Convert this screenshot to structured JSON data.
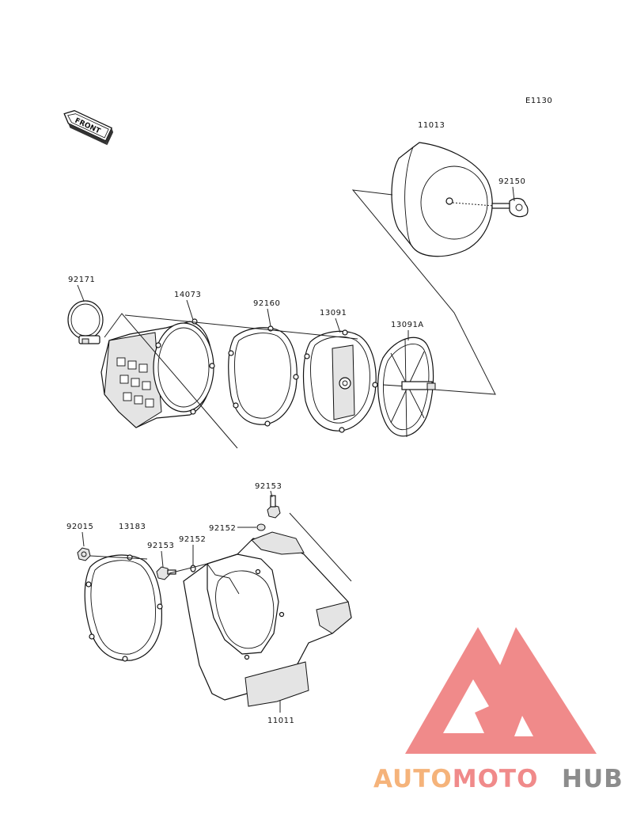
{
  "diagram": {
    "code": "E1130",
    "front_label": "FRONT",
    "parts": [
      {
        "id": "p11013",
        "label": "11013"
      },
      {
        "id": "p92150",
        "label": "92150"
      },
      {
        "id": "p92171",
        "label": "92171"
      },
      {
        "id": "p14073",
        "label": "14073"
      },
      {
        "id": "p92160",
        "label": "92160"
      },
      {
        "id": "p13091",
        "label": "13091"
      },
      {
        "id": "p13091A",
        "label": "13091A"
      },
      {
        "id": "p92153a",
        "label": "92153"
      },
      {
        "id": "p92152a",
        "label": "92152"
      },
      {
        "id": "p92015",
        "label": "92015"
      },
      {
        "id": "p13183",
        "label": "13183"
      },
      {
        "id": "p92153b",
        "label": "92153"
      },
      {
        "id": "p92152b",
        "label": "92152"
      },
      {
        "id": "p11011",
        "label": "11011"
      }
    ]
  },
  "watermark": {
    "brand_part1": "AUTOMOTO",
    "brand_part2": "HUB",
    "color_orange": "#f5b37a",
    "color_red": "#f08a8a",
    "color_gray": "#8c8c8c"
  }
}
